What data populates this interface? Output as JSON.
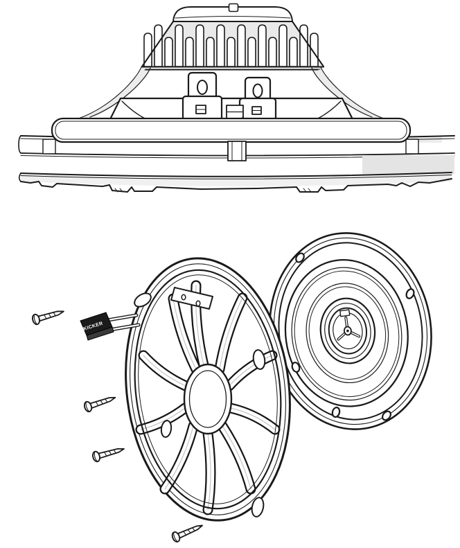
{
  "figure": {
    "kind": "speaker-assembly-line-drawing",
    "views": [
      "assembled-rear-profile-view",
      "exploded-grille-mounting-view"
    ]
  },
  "labels": {
    "negative": "-",
    "positive": "+"
  },
  "badge": {
    "text": "KICKER"
  },
  "exploded_parts": {
    "screw_count": 4,
    "items": [
      "mounting-screw",
      "logo-badge",
      "spoke-grille",
      "coaxial-speaker-driver"
    ]
  },
  "colors": {
    "line": "#1a1a1a",
    "shade_light": "#ececec",
    "shade_mid": "#e4e4e4",
    "badge_dark": "#1b1b1b",
    "background": "#ffffff"
  }
}
